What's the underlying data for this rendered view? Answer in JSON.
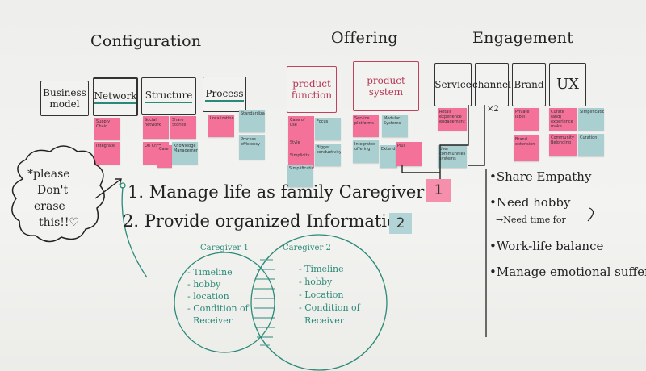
{
  "headings": {
    "configuration": "Configuration",
    "offering": "Offering",
    "engagement": "Engagement"
  },
  "boxes": {
    "business_model": "Business\nmodel",
    "network": "Network",
    "structure": "Structure",
    "process": "Process",
    "product_function": "product\nfunction",
    "product_system": "product\nsystem",
    "service": "Service",
    "channel": "channel",
    "brand": "Brand",
    "ux": "UX"
  },
  "channel_mark": "×2",
  "stickies": {
    "supply_chain": "Supply Chain",
    "integrate": "Integrate",
    "social_network": "Social network",
    "share_stories": "Share Stories",
    "on_craft": "On Craft",
    "care": "Care",
    "knowledge_management": "Knowledge Management",
    "localization": "Localization",
    "standardization": "Standardization",
    "process_efficiency": "Process efficiency",
    "case_of_use": "Case of use",
    "focus": "Focus",
    "style": "Style",
    "simplicity": "Simplicity",
    "bigger_conductivity": "Bigger conductivity",
    "simplification": "Simplification",
    "service_platforms": "Service platforms",
    "modular_systems": "Modular Systems",
    "integrated_offering": "Integrated offering",
    "extend": "Extend",
    "plus": "Plus",
    "retail_experience_engagement": "Retail experience engagement",
    "user_communities_systems": "User communities systems",
    "private_label": "Private label",
    "brand_extension": "Brand extension",
    "curate_experience_make": "Curate (and) experience make",
    "simplification_ux": "Simplification",
    "community_belonging": "Community Belonging",
    "curation": "Curation"
  },
  "note": {
    "line1": "*please",
    "line2": "Don't",
    "line3": "erase",
    "line4": "this!!♡"
  },
  "goals": {
    "goal1": "1. Manage life as family Caregiver",
    "goal1_tag": "1",
    "goal2": "2. Provide organized Information",
    "goal2_tag": "2"
  },
  "needs": {
    "item1": "•Share Empathy",
    "item2": "•Need hobby",
    "item2_sub": "→Need time for",
    "item3": "•Work-life balance",
    "item4": "•Manage emotional suffers"
  },
  "venn": {
    "left_title": "Caregiver 1",
    "left_items": [
      "- Timeline",
      "- hobby",
      "- location",
      "- Condition of",
      "  Receiver"
    ],
    "right_title": "Caregiver 2",
    "right_items": [
      "- Timeline",
      "- hobby",
      "- Location",
      "- Condition of",
      "  Receiver"
    ]
  },
  "colors": {
    "pink_sticky": "#f4729a",
    "blue_sticky": "#a9cfd0",
    "marker_teal": "#2c8a78",
    "marker_red": "#c2405a",
    "marker_black": "#222222"
  }
}
